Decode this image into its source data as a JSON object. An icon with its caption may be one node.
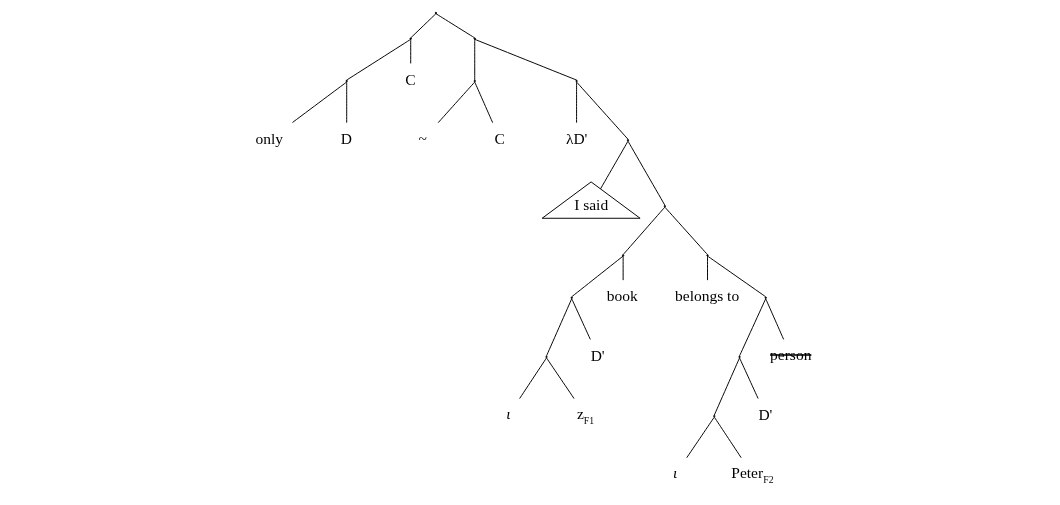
{
  "diagram": {
    "nodes": [
      {
        "text": [],
        "shape": "point"
      },
      {
        "text": [],
        "shape": "point"
      },
      {
        "text": [],
        "shape": "point"
      },
      {
        "text": [
          "only"
        ]
      },
      {
        "text": [
          "D"
        ]
      },
      {
        "text": [
          "C"
        ]
      },
      {
        "text": [],
        "shape": "point"
      },
      {
        "text": [],
        "shape": "point"
      },
      {
        "text": [
          "~"
        ]
      },
      {
        "text": [
          "C"
        ]
      },
      {
        "text": [],
        "shape": "point"
      },
      {
        "text": [
          "λD'"
        ]
      },
      {
        "text": [],
        "shape": "point"
      },
      {
        "text": [
          "I said"
        ]
      },
      {
        "text": [],
        "shape": "point"
      },
      {
        "text": [],
        "shape": "point"
      },
      {
        "text": [],
        "shape": "point"
      },
      {
        "text": [],
        "shape": "point"
      },
      {
        "text": [
          "ι"
        ]
      },
      {
        "text": [
          "z$_{F1}$"
        ]
      },
      {
        "text": [
          "D'"
        ]
      },
      {
        "text": [
          "book"
        ]
      },
      {
        "text": [],
        "shape": "point"
      },
      {
        "text": [
          "belongs to"
        ]
      },
      {
        "text": [],
        "shape": "point"
      },
      {
        "text": [],
        "shape": "point"
      },
      {
        "text": [],
        "shape": "point"
      },
      {
        "text": [
          "ι"
        ]
      },
      {
        "text": [
          "Peter$_{F2}$"
        ]
      },
      {
        "text": [
          "D'"
        ]
      },
      {
        "text": [
          "person"
        ]
      }
    ],
    "edges": [
      {
        "from": 0,
        "to": 1,
        "arrow": "none"
      },
      {
        "from": 1,
        "to": 2,
        "arrow": "none"
      },
      {
        "from": 2,
        "to": 3,
        "arrow": "none"
      },
      {
        "from": 2,
        "to": 4,
        "arrow": "none"
      },
      {
        "from": 1,
        "to": 5,
        "arrow": "none"
      },
      {
        "from": 0,
        "to": 6,
        "arrow": "none"
      },
      {
        "from": 6,
        "to": 7,
        "arrow": "none"
      },
      {
        "from": 7,
        "to": 8,
        "arrow": "none"
      },
      {
        "from": 7,
        "to": 9,
        "arrow": "none"
      },
      {
        "from": 6,
        "to": 10,
        "arrow": "none"
      },
      {
        "from": 10,
        "to": 11,
        "arrow": "none"
      },
      {
        "from": 10,
        "to": 12,
        "arrow": "none"
      },
      {
        "from": 12,
        "to": 13,
        "arrow": "none"
      },
      {
        "from": 12,
        "to": 14,
        "arrow": "none"
      },
      {
        "from": 14,
        "to": 15,
        "arrow": "none"
      },
      {
        "from": 15,
        "to": 16,
        "arrow": "none"
      },
      {
        "from": 16,
        "to": 17,
        "arrow": "none"
      },
      {
        "from": 17,
        "to": 18,
        "arrow": "none"
      },
      {
        "from": 17,
        "to": 19,
        "arrow": "none"
      },
      {
        "from": 16,
        "to": 20,
        "arrow": "none"
      },
      {
        "from": 15,
        "to": 21,
        "arrow": "none"
      },
      {
        "from": 14,
        "to": 22,
        "arrow": "none"
      },
      {
        "from": 22,
        "to": 23,
        "arrow": "none"
      },
      {
        "from": 22,
        "to": 24,
        "arrow": "none"
      },
      {
        "from": 24,
        "to": 25,
        "arrow": "none"
      },
      {
        "from": 25,
        "to": 26,
        "arrow": "none"
      },
      {
        "from": 26,
        "to": 27,
        "arrow": "none"
      },
      {
        "from": 26,
        "to": 28,
        "arrow": "none"
      },
      {
        "from": 25,
        "to": 29,
        "arrow": "none"
      },
      {
        "from": 24,
        "to": 30,
        "arrow": "none"
      }
    ]
  }
}
